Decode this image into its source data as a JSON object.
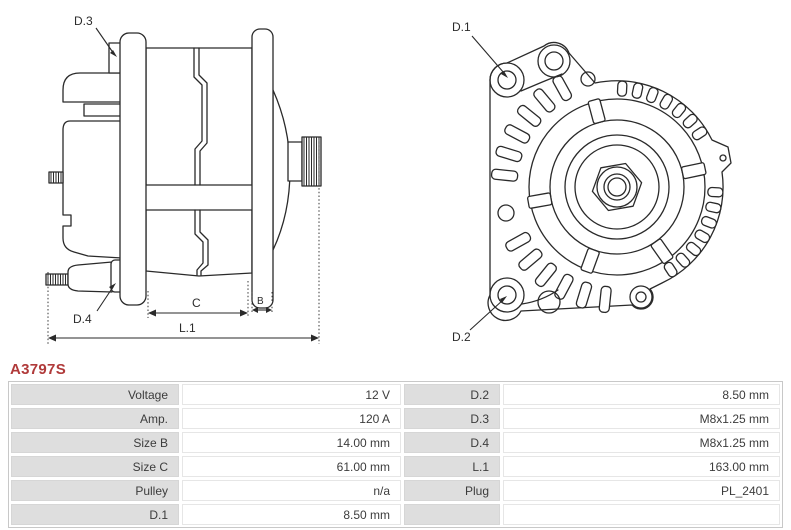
{
  "part_number": "A3797S",
  "diagram": {
    "side_view": {
      "d3": "D.3",
      "d4": "D.4",
      "c": "C",
      "b": "B",
      "l1": "L.1"
    },
    "rear_view": {
      "d1": "D.1",
      "d2": "D.2"
    }
  },
  "table": {
    "rows": [
      [
        "Voltage",
        "12 V",
        "D.2",
        "8.50 mm"
      ],
      [
        "Amp.",
        "120 A",
        "D.3",
        "M8x1.25 mm"
      ],
      [
        "Size B",
        "14.00 mm",
        "D.4",
        "M8x1.25 mm"
      ],
      [
        "Size C",
        "61.00 mm",
        "L.1",
        "163.00 mm"
      ],
      [
        "Pulley",
        "n/a",
        "Plug",
        "PL_2401"
      ],
      [
        "D.1",
        "8.50 mm",
        "",
        ""
      ]
    ]
  },
  "colors": {
    "part_number": "#b03a3a",
    "label_cell_bg": "#dedede",
    "table_border": "#c8c8c8",
    "drawing_line": "#2a2a2a",
    "text": "#3c3c3c"
  }
}
